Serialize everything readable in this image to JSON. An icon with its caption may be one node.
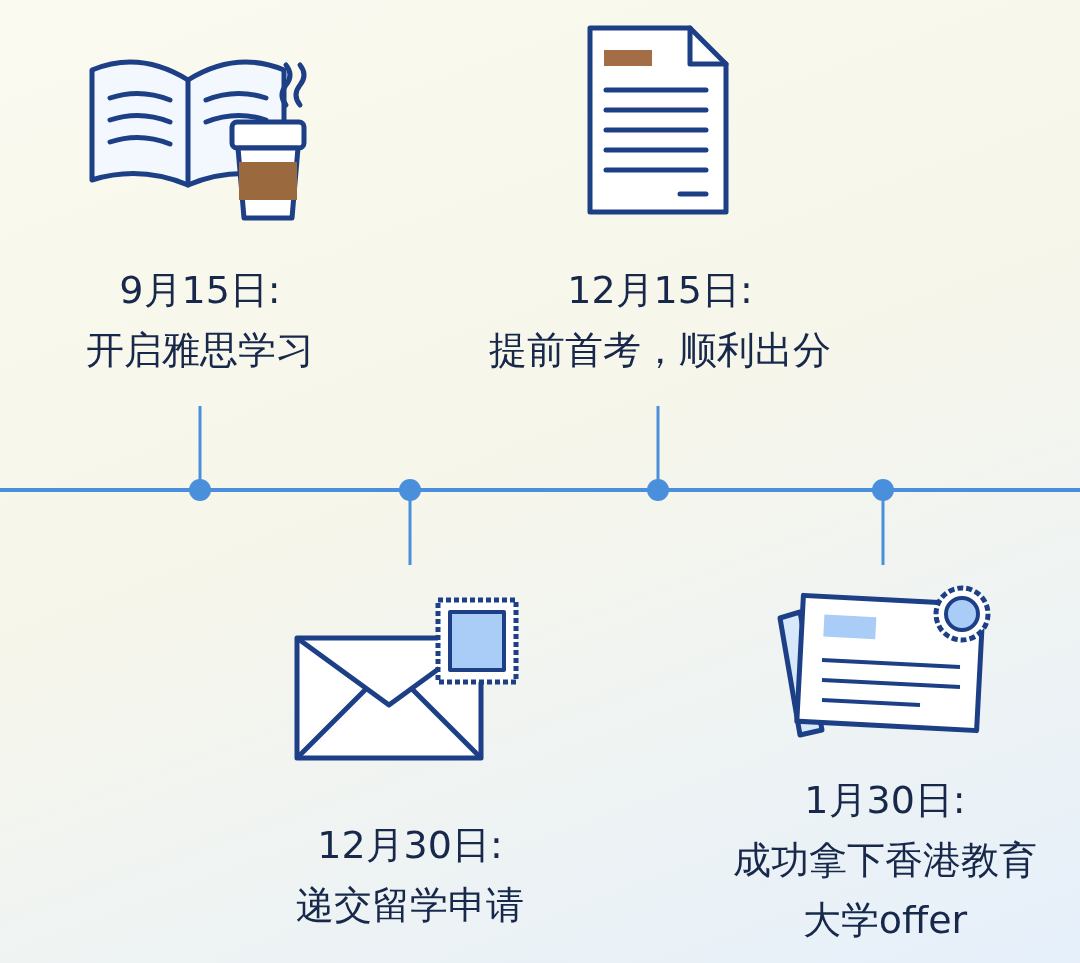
{
  "diagram": {
    "nodes": [
      {
        "text": [
          "9月15日:",
          "开启雅思学习"
        ]
      },
      {
        "text": [
          "12月15日:",
          "提前首考，顺利出分"
        ]
      },
      {
        "text": [
          "12月30日:",
          "递交留学申请"
        ]
      },
      {
        "text": [
          "1月30日:",
          "成功拿下香港教育大学offer"
        ]
      }
    ]
  }
}
